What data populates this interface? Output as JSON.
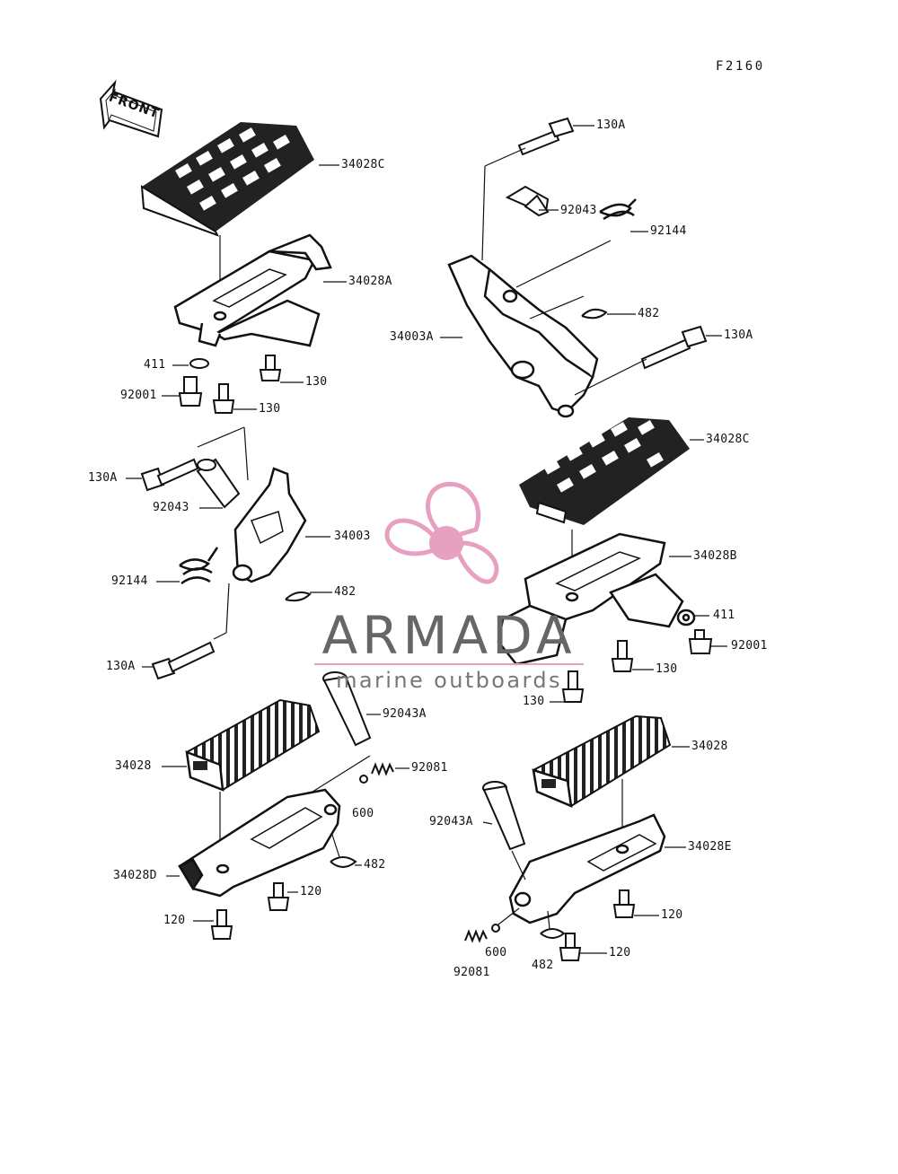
{
  "diagram_code": "F2160",
  "front_label": "FRONT",
  "watermark": {
    "title": "ARMADA",
    "subtitle": "marine outboards",
    "accent_color": "#e8a0c0"
  },
  "labels": [
    {
      "id": "lbl-34028C-top",
      "text": "34028C"
    },
    {
      "id": "lbl-34028A",
      "text": "34028A"
    },
    {
      "id": "lbl-411-left",
      "text": "411"
    },
    {
      "id": "lbl-92001-left",
      "text": "92001"
    },
    {
      "id": "lbl-130-left-a",
      "text": "130"
    },
    {
      "id": "lbl-130-left-b",
      "text": "130"
    },
    {
      "id": "lbl-130A-top",
      "text": "130A"
    },
    {
      "id": "lbl-92043-top",
      "text": "92043"
    },
    {
      "id": "lbl-92144-top",
      "text": "92144"
    },
    {
      "id": "lbl-482-top",
      "text": "482"
    },
    {
      "id": "lbl-34003A",
      "text": "34003A"
    },
    {
      "id": "lbl-130A-mid-right",
      "text": "130A"
    },
    {
      "id": "lbl-34028C-right",
      "text": "34028C"
    },
    {
      "id": "lbl-130A-left-mid",
      "text": "130A"
    },
    {
      "id": "lbl-92043-left",
      "text": "92043"
    },
    {
      "id": "lbl-34003",
      "text": "34003"
    },
    {
      "id": "lbl-92144-left",
      "text": "92144"
    },
    {
      "id": "lbl-482-left",
      "text": "482"
    },
    {
      "id": "lbl-130A-left-bottom",
      "text": "130A"
    },
    {
      "id": "lbl-34028B",
      "text": "34028B"
    },
    {
      "id": "lbl-411-right",
      "text": "411"
    },
    {
      "id": "lbl-92001-right",
      "text": "92001"
    },
    {
      "id": "lbl-130-right-a",
      "text": "130"
    },
    {
      "id": "lbl-130-right-b",
      "text": "130"
    },
    {
      "id": "lbl-92043A-left",
      "text": "92043A"
    },
    {
      "id": "lbl-34028-left",
      "text": "34028"
    },
    {
      "id": "lbl-92081-left",
      "text": "92081"
    },
    {
      "id": "lbl-600-left",
      "text": "600"
    },
    {
      "id": "lbl-482-bottom-left",
      "text": "482"
    },
    {
      "id": "lbl-34028D",
      "text": "34028D"
    },
    {
      "id": "lbl-120-left-a",
      "text": "120"
    },
    {
      "id": "lbl-120-left-b",
      "text": "120"
    },
    {
      "id": "lbl-34028-right",
      "text": "34028"
    },
    {
      "id": "lbl-92043A-right",
      "text": "92043A"
    },
    {
      "id": "lbl-34028E",
      "text": "34028E"
    },
    {
      "id": "lbl-120-right-a",
      "text": "120"
    },
    {
      "id": "lbl-120-right-b",
      "text": "120"
    },
    {
      "id": "lbl-600-right",
      "text": "600"
    },
    {
      "id": "lbl-482-bottom-right",
      "text": "482"
    },
    {
      "id": "lbl-92081-right",
      "text": "92081"
    }
  ]
}
